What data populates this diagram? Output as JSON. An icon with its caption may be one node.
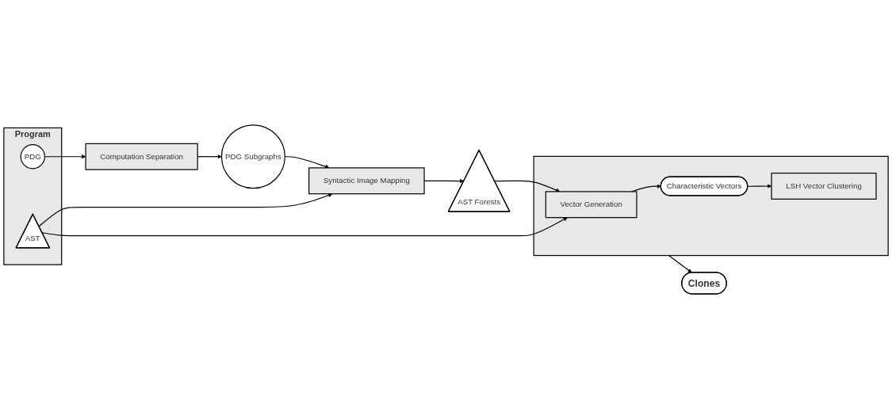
{
  "diagram": {
    "nodes": [
      {
        "text": [
          "Program"
        ]
      },
      {
        "text": [
          "PDG"
        ],
        "in": 0
      },
      {
        "text": [
          "AST"
        ],
        "in": 0
      },
      {
        "text": [
          "Computation Separation"
        ]
      },
      {
        "text": [
          "PDG Subgraphs"
        ]
      },
      {
        "text": [
          "Syntactic Image Mapping"
        ]
      },
      {
        "text": [
          "AST Forests"
        ]
      },
      {
        "text": [],
        "shape": "box"
      },
      {
        "text": [
          "Vector Generation"
        ],
        "in": 7
      },
      {
        "text": [
          "Characteristic Vectors"
        ],
        "in": 7
      },
      {
        "text": [
          "LSH Vector Clustering"
        ],
        "in": 7
      },
      {
        "text": [
          "Clones"
        ]
      }
    ],
    "edges": [
      {
        "from": 1,
        "to": 3,
        "arrow": "to"
      },
      {
        "from": 3,
        "to": 4,
        "arrow": "to"
      },
      {
        "from": 4,
        "to": 5,
        "arrow": "to"
      },
      {
        "from": 2,
        "to": 5,
        "arrow": "to"
      },
      {
        "from": 5,
        "to": 6,
        "arrow": "to"
      },
      {
        "from": 6,
        "to": 8,
        "arrow": "to"
      },
      {
        "from": 2,
        "to": 8,
        "arrow": "to"
      },
      {
        "from": 8,
        "to": 9,
        "arrow": "to"
      },
      {
        "from": 9,
        "to": 10,
        "arrow": "to"
      },
      {
        "from": 7,
        "to": 11,
        "arrow": "to"
      }
    ]
  }
}
